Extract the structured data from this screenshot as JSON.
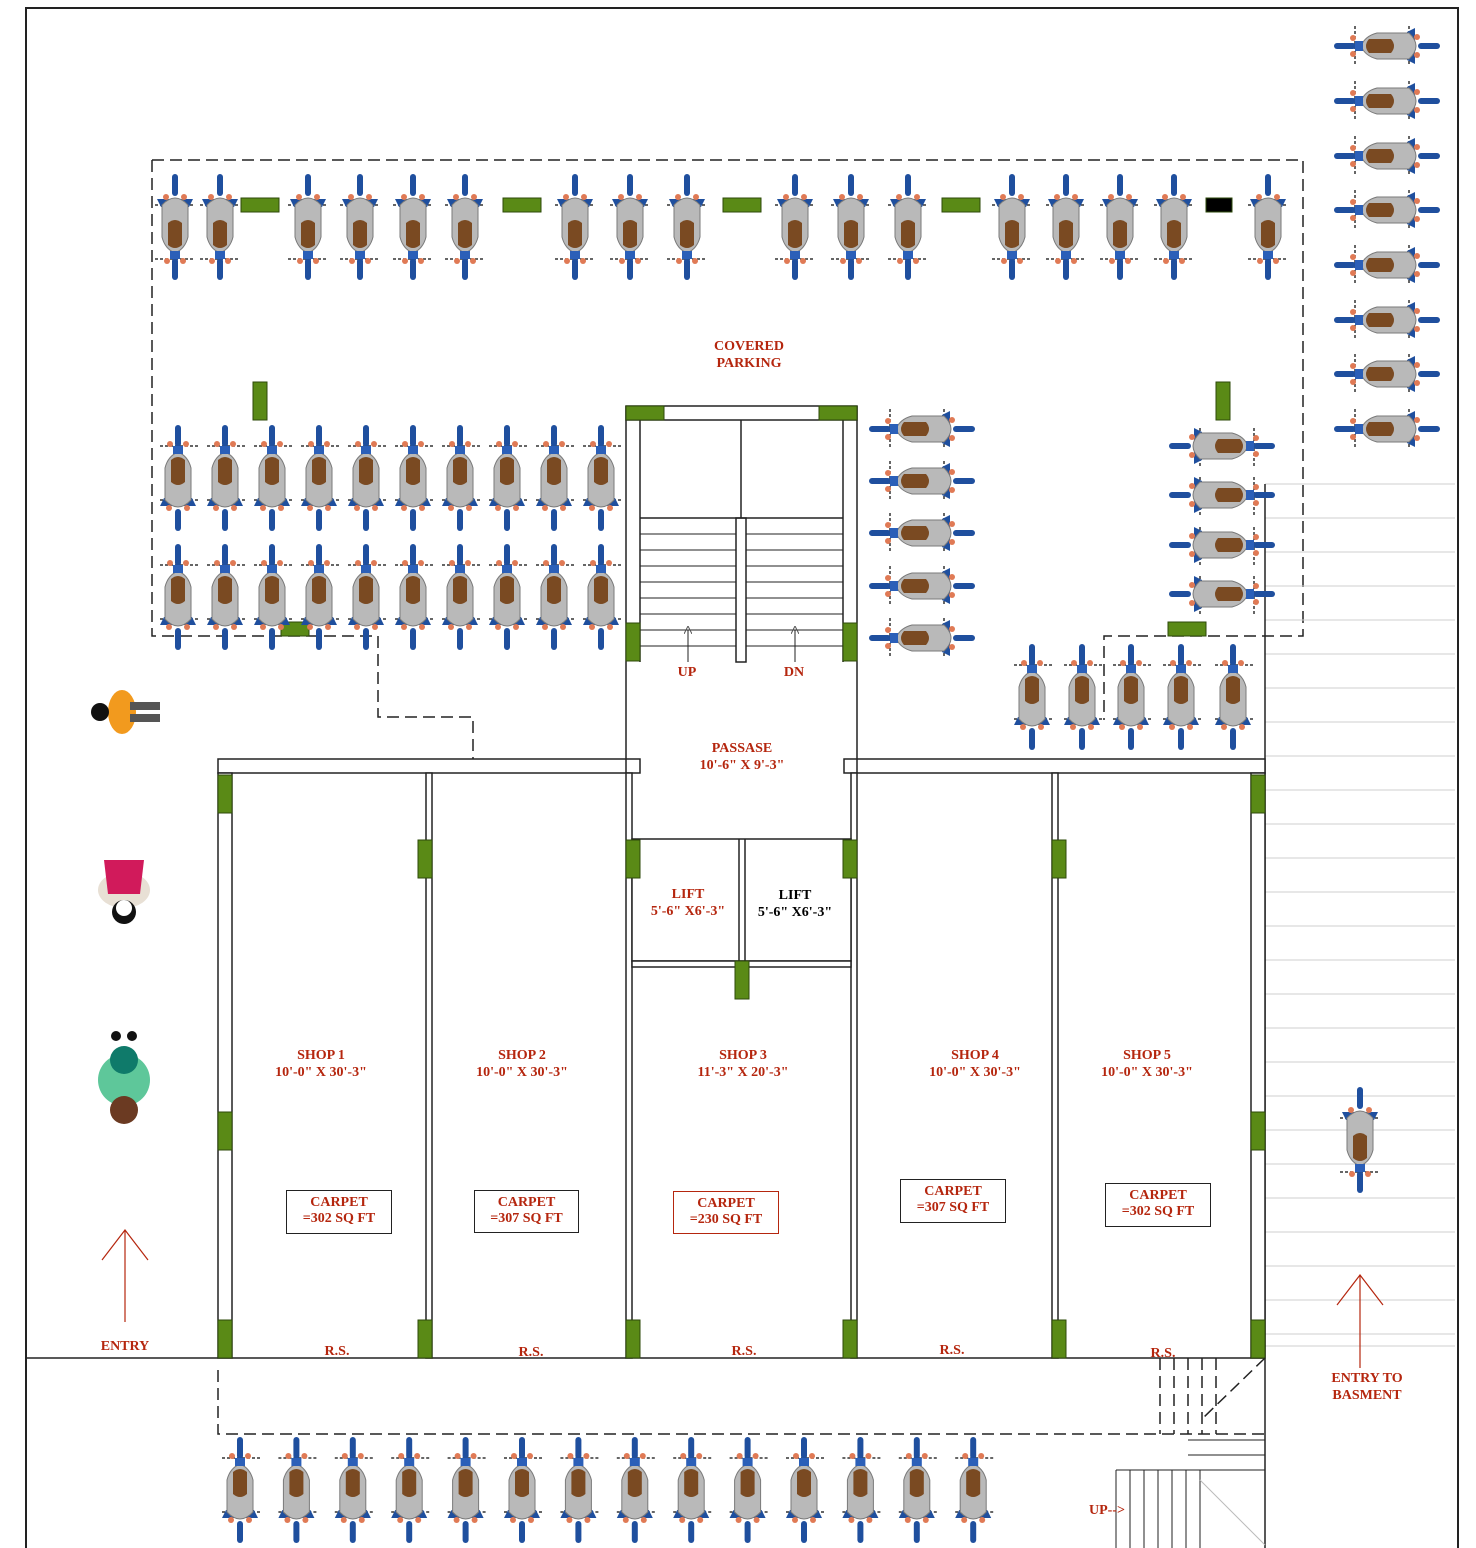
{
  "plan": {
    "covered_parking": {
      "line1": "COVERED",
      "line2": "PARKING"
    },
    "stairs": {
      "up": "UP",
      "down": "DN"
    },
    "passage": {
      "name": "PASSASE",
      "size": "10'-6\" X 9'-3\""
    },
    "lifts": [
      {
        "name": "LIFT",
        "size": "5'-6\" X6'-3\""
      },
      {
        "name": "LIFT",
        "size": "5'-6\" X6'-3\""
      }
    ],
    "shops": [
      {
        "name": "SHOP 1",
        "size": "10'-0\" X 30'-3\"",
        "carpet_label": "CARPET",
        "carpet_value": "=302 SQ FT",
        "rs": "R.S."
      },
      {
        "name": "SHOP 2",
        "size": "10'-0\" X 30'-3\"",
        "carpet_label": "CARPET",
        "carpet_value": "=307 SQ FT",
        "rs": "R.S."
      },
      {
        "name": "SHOP 3",
        "size": "11'-3\" X 20'-3\"",
        "carpet_label": "CARPET",
        "carpet_value": "=230 SQ FT",
        "rs": "R.S."
      },
      {
        "name": "SHOP 4",
        "size": "10'-0\" X 30'-3\"",
        "carpet_label": "CARPET",
        "carpet_value": "=307 SQ FT",
        "rs": "R.S."
      },
      {
        "name": "SHOP 5",
        "size": "10'-0\" X 30'-3\"",
        "carpet_label": "CARPET",
        "carpet_value": "=302 SQ FT",
        "rs": "R.S."
      }
    ],
    "entry": "ENTRY",
    "basement_entry": {
      "line1": "ENTRY TO",
      "line2": "BASMENT"
    },
    "basement_ramp_up": "UP-->"
  },
  "colors": {
    "label_red": "#b5260e",
    "column_green": "#5a8a16",
    "bike_blue": "#1f4f9e",
    "bike_seat": "#7a4a22",
    "bike_body": "#b9b9b9"
  },
  "icons": [
    "motorbike-icon",
    "person-icon",
    "arrow-up-icon"
  ]
}
